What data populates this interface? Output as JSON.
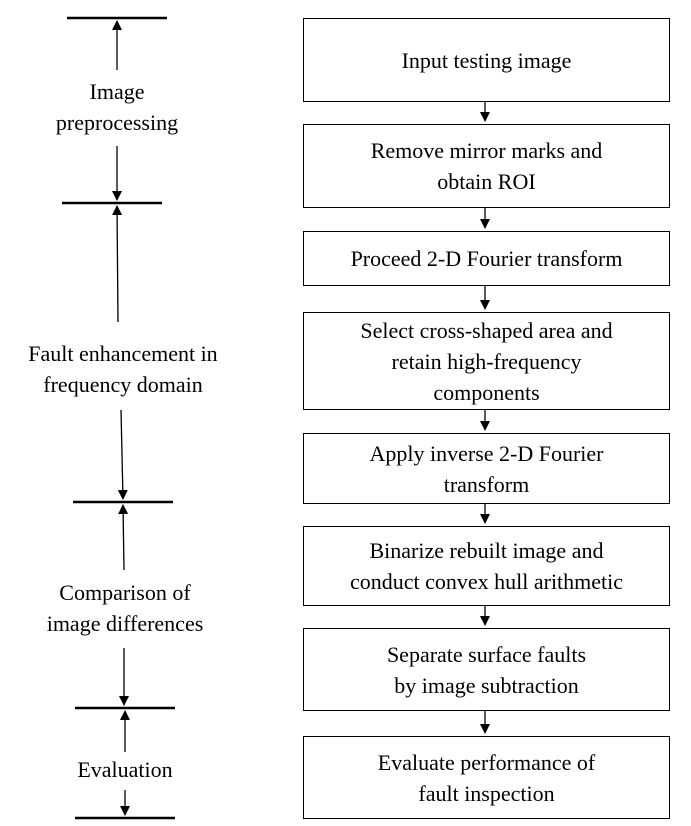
{
  "stages": [
    {
      "id": "preprocessing",
      "lines": [
        "Image",
        "preprocessing"
      ]
    },
    {
      "id": "enhancement",
      "lines": [
        "Fault enhancement in",
        "frequency domain"
      ]
    },
    {
      "id": "comparison",
      "lines": [
        "Comparison of",
        "image differences"
      ]
    },
    {
      "id": "evaluation",
      "lines": [
        "Evaluation"
      ]
    }
  ],
  "steps": [
    {
      "id": "input",
      "lines": [
        "Input testing image"
      ]
    },
    {
      "id": "remove-mirror",
      "lines": [
        "Remove mirror marks and",
        "obtain ROI"
      ]
    },
    {
      "id": "fourier",
      "lines": [
        "Proceed 2-D Fourier transform"
      ]
    },
    {
      "id": "select-area",
      "lines": [
        "Select cross-shaped area and",
        "retain high-frequency",
        "components"
      ]
    },
    {
      "id": "inverse",
      "lines": [
        "Apply inverse 2-D Fourier",
        "transform"
      ]
    },
    {
      "id": "binarize",
      "lines": [
        "Binarize rebuilt image and",
        "conduct convex hull arithmetic"
      ]
    },
    {
      "id": "separate",
      "lines": [
        "Separate surface faults",
        "by image subtraction"
      ]
    },
    {
      "id": "evaluate",
      "lines": [
        "Evaluate performance of",
        "fault inspection"
      ]
    }
  ],
  "colors": {
    "stroke": "#000000",
    "background": "#ffffff"
  }
}
